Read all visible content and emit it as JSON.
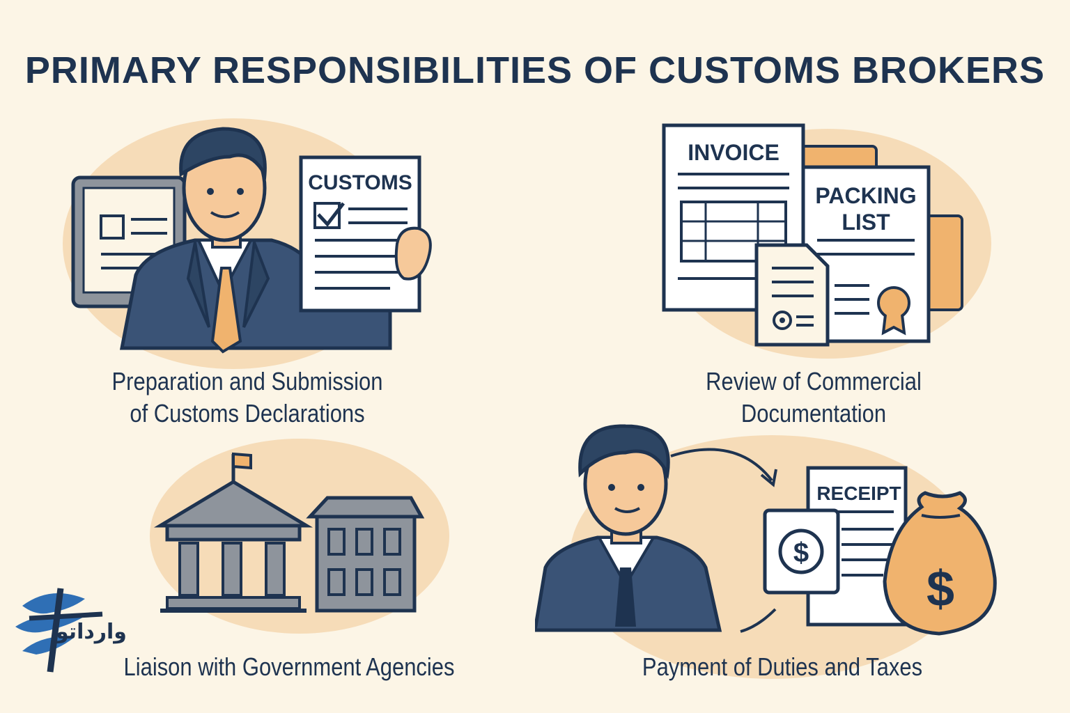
{
  "title": "PRIMARY RESPONSIBILITIES OF CUSTOMS BROKERS",
  "panels": [
    {
      "caption_line1": "Preparation and Submission",
      "caption_line2": "of Customs Declarations",
      "document_label": "CUSTOMS"
    },
    {
      "caption_line1": "Review of Commercial",
      "caption_line2": "Documentation",
      "invoice_label": "INVOICE",
      "packing_line1": "PACKING",
      "packing_line2": "LIST"
    },
    {
      "caption_line1": "Liaison with Government Agencies"
    },
    {
      "caption_line1": "Payment of Duties and Taxes",
      "receipt_label": "RECEIPT",
      "currency_symbol": "$"
    }
  ],
  "logo_text": "وارداتو",
  "colors": {
    "navy": "#1e3350",
    "suit": "#3a5376",
    "skin": "#f6c99a",
    "accent": "#f0b36e",
    "blob": "#f6dcb8",
    "grey": "#8e949c",
    "background": "#fcf5e6"
  }
}
